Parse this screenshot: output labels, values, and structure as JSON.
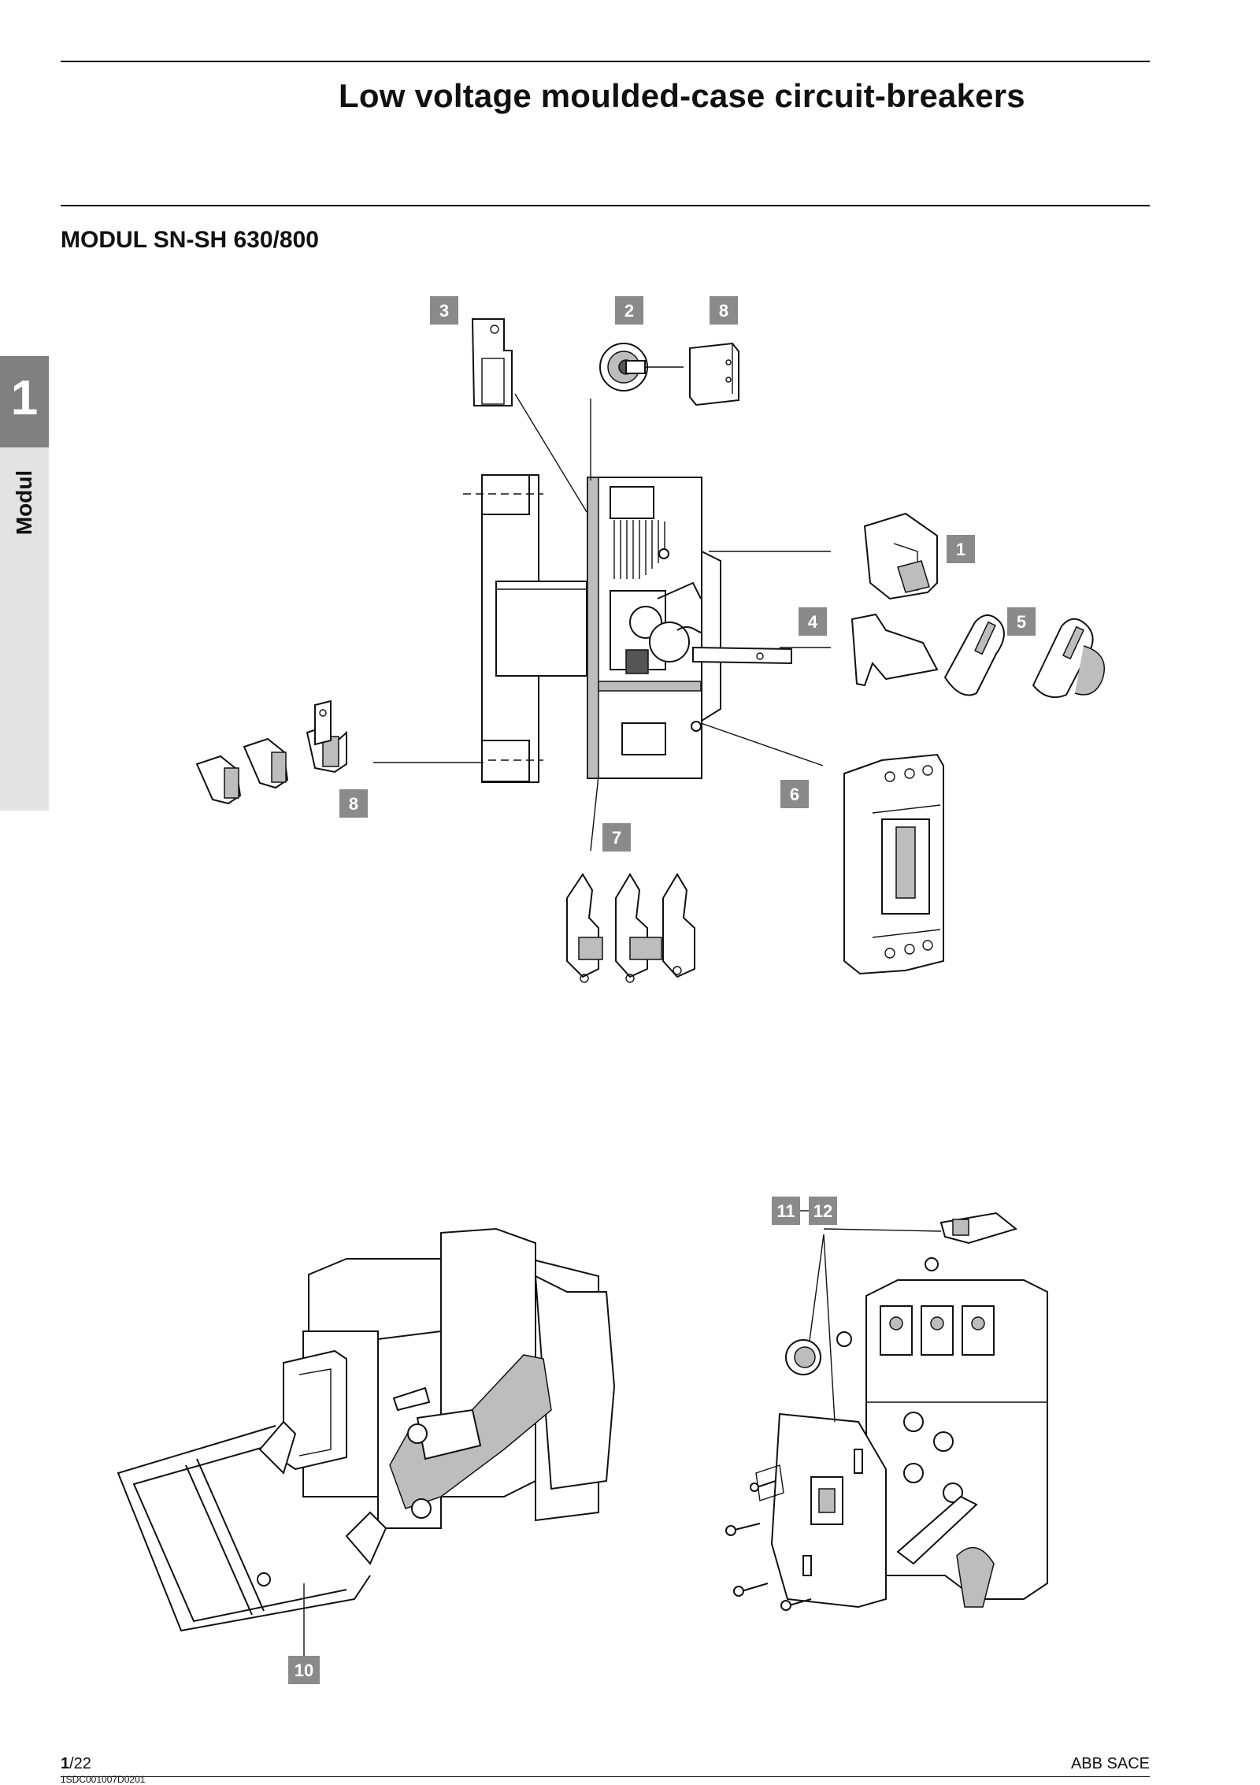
{
  "header": {
    "title": "Low voltage moulded-case circuit-breakers",
    "subtitle": "MODUL SN-SH 630/800"
  },
  "side_tab": {
    "number": "1",
    "label": "Modul"
  },
  "callouts": [
    "1",
    "2",
    "3",
    "4",
    "5",
    "6",
    "7",
    "8",
    "8",
    "10",
    "11",
    "12"
  ],
  "footer": {
    "page_bold": "1",
    "page_rest": "/22",
    "brand": "ABB SACE",
    "code": "1SDC001007D0201"
  }
}
